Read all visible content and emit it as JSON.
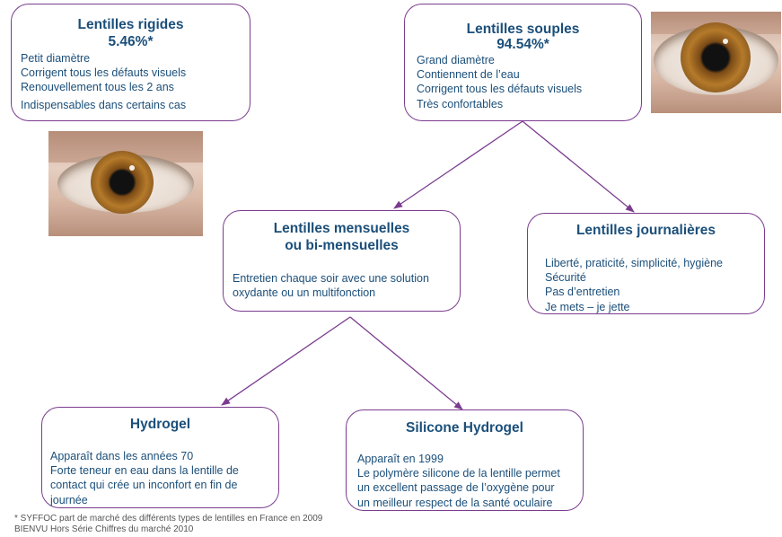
{
  "rigides": {
    "title": "Lentilles rigides",
    "percent": "5.46%*",
    "items": [
      "Petit diamètre",
      "Corrigent tous les défauts visuels",
      "Renouvellement tous les 2 ans",
      "Indispensables dans certains cas"
    ]
  },
  "souples": {
    "title": "Lentilles souples",
    "percent": "94.54%*",
    "items": [
      "Grand diamètre",
      "Contiennent de l’eau",
      "Corrigent tous les défauts visuels",
      "Très confortables"
    ]
  },
  "mensuelles": {
    "title_line1": "Lentilles mensuelles",
    "title_line2": "ou bi-mensuelles",
    "items": [
      "Entretien chaque soir avec une solution",
      "oxydante ou un multifonction"
    ]
  },
  "journalieres": {
    "title": "Lentilles journalières",
    "items": [
      "Liberté, praticité, simplicité, hygiène",
      "Sécurité",
      "Pas d’entretien",
      "Je mets – je jette"
    ]
  },
  "hydrogel": {
    "title": "Hydrogel",
    "items": [
      "Apparaît dans les années 70",
      "Forte teneur en eau dans la lentille de",
      "contact qui crée un inconfort en fin de",
      "journée"
    ]
  },
  "silicone": {
    "title": "Silicone Hydrogel",
    "items": [
      "Apparaît en 1999",
      "Le polymère silicone de la lentille permet",
      "un excellent passage de l’oxygène pour",
      "un meilleur respect de la santé oculaire"
    ]
  },
  "footnote": {
    "line1": "* SYFFOC part de marché des différents types de lentilles en France en 2009",
    "line2": "BIENVU Hors Série Chiffres du marché 2010"
  },
  "colors": {
    "border": "#7b3c8f",
    "text": "#1b4f7a",
    "arrow": "#7b3c8f"
  }
}
